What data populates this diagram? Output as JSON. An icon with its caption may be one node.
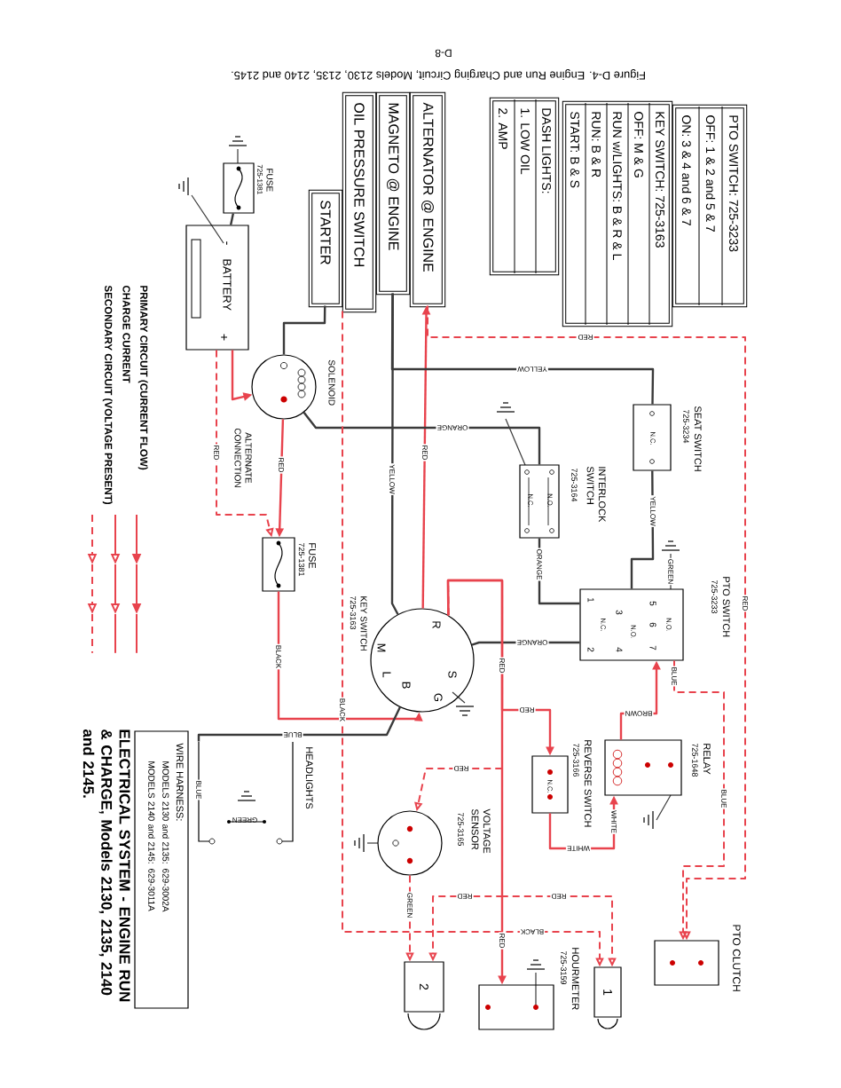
{
  "diagram": {
    "title": "Figure D-4. Engine Run and Charging Circuit, Models 2130, 2135, 2140 and 2145.",
    "caption": "ELECTRICAL SYSTEM - ENGINE RUN & CHARGE, Models 2130, 2135, 2140 and 2145.",
    "nodes": [
      {
        "text": [
          "PTO SWITCH: 725-3233",
          "OFF: 1 & 2 and 5 & 7",
          "ON: 3 & 4 and 6 & 7"
        ]
      },
      {
        "text": [
          "KEY SWITCH: 725-3163",
          "OFF: M & G",
          "RUN w/LIGHTS: B & R & L",
          "RUN: B & R",
          "START: B & S"
        ]
      },
      {
        "text": [
          "DASH LIGHTS:",
          "1. LOW OIL",
          "2. AMP"
        ]
      },
      {
        "text": [
          "ALTERNATOR @ ENGINE"
        ]
      },
      {
        "text": [
          "MAGNETO @ ENGINE"
        ]
      },
      {
        "text": [
          "OIL PRESSURE SWITCH"
        ]
      },
      {
        "text": [
          "STARTER"
        ]
      },
      {
        "text": [
          "FUSE",
          "725-1381"
        ]
      },
      {
        "text": [
          "BATTERY"
        ]
      },
      {
        "text": [
          "SOLENOID"
        ]
      },
      {
        "text": [
          "FUSE",
          "725-1381"
        ]
      },
      {
        "text": [
          "KEY SWITCH",
          "725-3163"
        ]
      },
      {
        "text": [
          "INTERLOCK SWITCH",
          "725-3164"
        ]
      },
      {
        "text": [
          "SEAT SWITCH",
          "725-3234"
        ]
      },
      {
        "text": [
          "PTO SWITCH",
          "725-3233"
        ]
      },
      {
        "text": [
          "RELAY",
          "725-1648"
        ]
      },
      {
        "text": [
          "REVERSE SWITCH",
          "725-3166"
        ]
      },
      {
        "text": [
          "VOLTAGE SENSOR",
          "725-3165"
        ]
      },
      {
        "text": [
          "HOURMETER",
          "725-3159"
        ]
      },
      {
        "text": [
          "1"
        ]
      },
      {
        "text": [
          "2"
        ]
      },
      {
        "text": [
          "PTO CLUTCH"
        ]
      },
      {
        "text": [
          "HEADLIGHTS"
        ]
      },
      {
        "text": [
          "WIRE HARNESS:",
          "MODELS 2130 and 2135: 629-3002A",
          "MODELS 2140 and 2145: 629-3011A"
        ]
      }
    ],
    "edges": [
      {
        "from": 8,
        "to": 9,
        "arrow": "to"
      },
      {
        "from": 9,
        "to": 10,
        "arrow": "to",
        "label": "RED"
      },
      {
        "from": 10,
        "to": 11,
        "arrow": "to",
        "label": "BLACK"
      },
      {
        "from": 9,
        "to": 6,
        "arrow": "none",
        "color": "#3a3a3a"
      },
      {
        "from": 8,
        "to": 7,
        "arrow": "none",
        "color": "#3a3a3a"
      },
      {
        "from": 8,
        "to": 10,
        "arrow": "to",
        "label": "RED",
        "style": "dashed"
      },
      {
        "from": 11,
        "to": 3,
        "arrow": "to",
        "label": "RED"
      },
      {
        "from": 3,
        "to": 21,
        "arrow": "to",
        "label": "RED",
        "style": "dashed"
      },
      {
        "from": 4,
        "to": 11,
        "arrow": "none",
        "label": "YELLOW",
        "color": "#3a3a3a"
      },
      {
        "from": 4,
        "to": 13,
        "arrow": "none",
        "label": "YELLOW",
        "color": "#3a3a3a"
      },
      {
        "from": 9,
        "to": 12,
        "arrow": "none",
        "label": "ORANGE",
        "color": "#3a3a3a"
      },
      {
        "from": 12,
        "to": 14,
        "arrow": "none",
        "label": "ORANGE",
        "color": "#3a3a3a"
      },
      {
        "from": 13,
        "to": 14,
        "arrow": "none",
        "label": "YELLOW",
        "color": "#3a3a3a"
      },
      {
        "from": 11,
        "to": 14,
        "arrow": "none",
        "label": "ORANGE",
        "color": "#3a3a3a"
      },
      {
        "from": 11,
        "to": 18,
        "arrow": "to",
        "label": "RED"
      },
      {
        "from": 11,
        "to": 16,
        "arrow": "to",
        "label": "RED"
      },
      {
        "from": 16,
        "to": 15,
        "arrow": "to",
        "label": "WHITE"
      },
      {
        "from": 15,
        "to": 14,
        "arrow": "to",
        "label": "BROWN"
      },
      {
        "from": 14,
        "to": 21,
        "arrow": "to",
        "label": "BLUE",
        "style": "dashed"
      },
      {
        "from": 11,
        "to": 17,
        "arrow": "to",
        "label": "RED",
        "style": "dashed"
      },
      {
        "from": 17,
        "to": 20,
        "arrow": "to",
        "label": "GREEN",
        "style": "dashed"
      },
      {
        "from": 11,
        "to": 19,
        "arrow": "to",
        "label": "RED",
        "style": "dashed"
      },
      {
        "from": 11,
        "to": 20,
        "arrow": "to",
        "label": "RED",
        "style": "dashed"
      },
      {
        "from": 5,
        "to": 19,
        "arrow": "to",
        "label": "BLACK",
        "style": "dashed"
      },
      {
        "from": 11,
        "to": 22,
        "arrow": "none",
        "label": "BLUE",
        "color": "#3a3a3a"
      }
    ],
    "labels": [
      "D-8",
      "ALTERNATE CONNECTION",
      "+",
      "-",
      "R",
      "S",
      "G",
      "B",
      "L",
      "M",
      "1",
      "2",
      "3",
      "4",
      "5",
      "6",
      "7",
      "N.C.",
      "N.O.",
      "N.O.",
      "N.C.",
      "N.O.",
      "N.C.",
      "N.C.",
      "RED",
      "WHITE",
      "BLUE",
      "BLACK",
      "BLUE",
      "GREEN",
      "GREEN",
      "RED"
    ],
    "legend": [
      {
        "text": "PRIMARY CIRCUIT (CURRENT FLOW)"
      },
      {
        "text": "CHARGE CURRENT"
      },
      {
        "text": "SECONDARY CIRCUIT (VOLTAGE PRESENT)"
      }
    ]
  }
}
